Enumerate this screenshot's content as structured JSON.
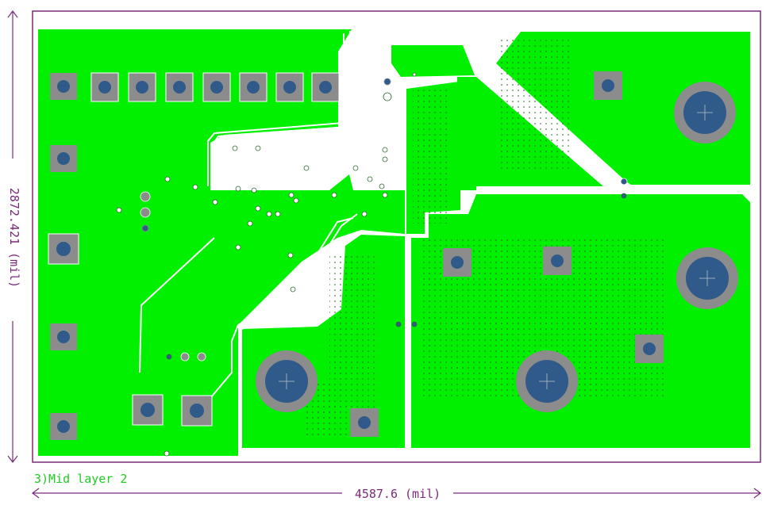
{
  "layer_label": "3)Mid layer 2",
  "dimensions": {
    "width_label": "4587.6 (mil)",
    "height_label": "2872.421 (mil)"
  },
  "colors": {
    "copper": "#00f000",
    "board_outline": "#7a2a7a",
    "pad": "#8c8c8c",
    "drill": "#2f5a8a",
    "layer_text": "#22cc22",
    "dimension": "#7a2a7a"
  }
}
